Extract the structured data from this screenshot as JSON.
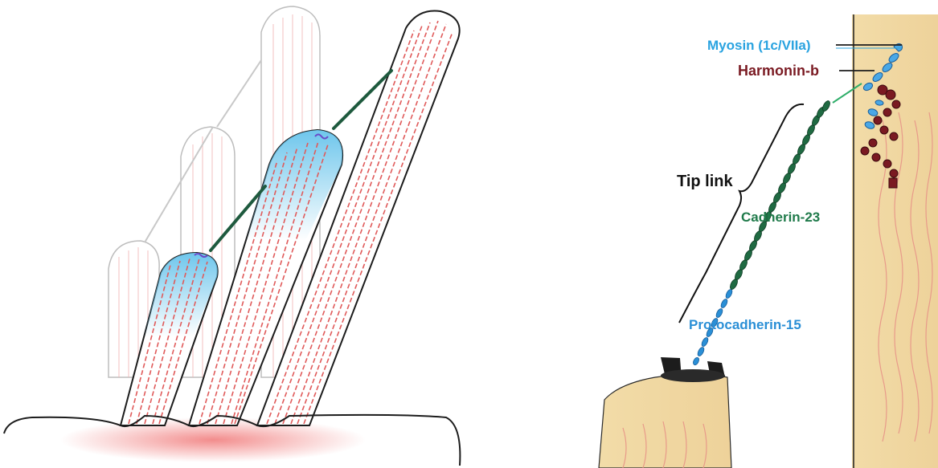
{
  "labels": {
    "myosin": "Myosin (1c/VIIa)",
    "harmonin": "Harmonin-b",
    "tip_link": "Tip link",
    "cadherin": "Cadherin-23",
    "protocadherin": "Protocadherin-15"
  },
  "colors": {
    "myosin": "#2aa3e0",
    "harmonin": "#7a1a22",
    "tip_link": "#111111",
    "cadherin": "#1f7a4a",
    "protocadherin": "#2a8fd6",
    "actin": "#e05a5a",
    "tip_fill": "#7fcbea",
    "membrane": "#222222"
  }
}
